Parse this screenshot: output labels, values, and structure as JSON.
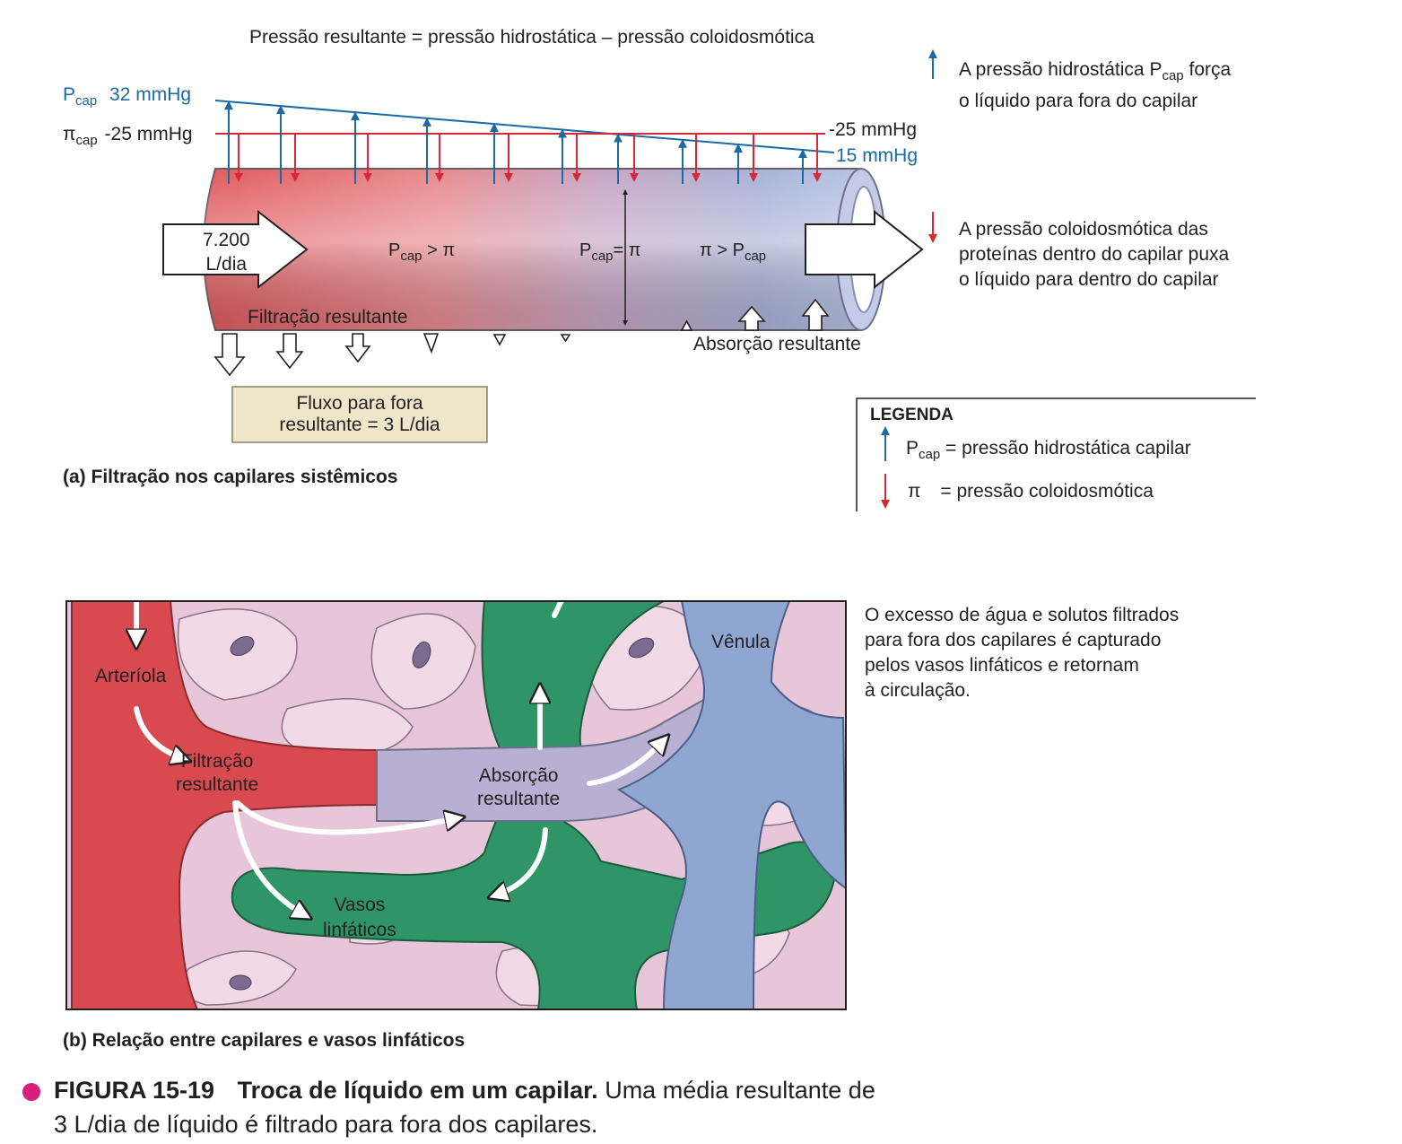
{
  "panel_a": {
    "equation": "Pressão resultante = pressão hidrostática – pressão coloidosmótica",
    "pcap_symbol": "P",
    "pcap_sub": "cap",
    "pcap_value": "32 mmHg",
    "pi_symbol": "π",
    "pi_sub": "cap",
    "pi_value": "-25 mmHg",
    "right_pi_value": "-25 mmHg",
    "right_pcap_value": "15 mmHg",
    "flow_in_line1": "7.200",
    "flow_in_line2": "L/dia",
    "zone1_main": "P",
    "zone1_sub": "cap",
    "zone1_rest": " > π",
    "zone2_main": "P",
    "zone2_sub": "cap",
    "zone2_rest": "= π",
    "zone3_pre": "π > P",
    "zone3_sub": "cap",
    "filtration_label": "Filtração resultante",
    "absorption_label": "Absorção resultante",
    "outflow_line1": "Fluxo para fora",
    "outflow_line2": "resultante = 3 L/dia",
    "caption": "(a)  Filtração nos capilares sistêmicos",
    "note_hydro_line1_pre": "A pressão hidrostática P",
    "note_hydro_line1_sub": "cap",
    "note_hydro_line1_post": " força",
    "note_hydro_line2": "o líquido para fora do capilar",
    "note_colloid_line1": "A pressão coloidosmótica das",
    "note_colloid_line2": "proteínas dentro do capilar puxa",
    "note_colloid_line3": "o líquido para dentro do capilar",
    "legend_title": "LEGENDA",
    "legend_item1_main": "P",
    "legend_item1_sub": "cap",
    "legend_item1_rest": " = pressão hidrostática capilar",
    "legend_item2_symbol": "π",
    "legend_item2_rest": "=   pressão coloidosmótica",
    "colors": {
      "blue": "#1b6aa5",
      "red": "#d7283a",
      "legend_box": "#efe6c9"
    }
  },
  "panel_b": {
    "arteriole": "Arteríola",
    "venule": "Vênula",
    "filtration_line1": "Filtração",
    "filtration_line2": "resultante",
    "absorption_line1": "Absorção",
    "absorption_line2": "resultante",
    "lymph_line1": "Vasos",
    "lymph_line2": "linfáticos",
    "note_line1": "O excesso de água e solutos filtrados",
    "note_line2": "para fora dos capilares é capturado",
    "note_line3": "pelos vasos linfáticos e retornam",
    "note_line4": "à circulação.",
    "caption": "(b) Relação entre capilares e vasos linfáticos",
    "colors": {
      "tissue": "#e8c6d9",
      "arteriole": "#d84a50",
      "venule": "#8fa6d0",
      "lymph": "#2f9566"
    }
  },
  "figure": {
    "label": "FIGURA 15-19",
    "title": "Troca de líquido em um capilar.",
    "text_line1": " Uma média resultante de",
    "text_line2": "3 L/dia de líquido é filtrado para fora dos capilares.",
    "bullet_color": "#d6207f"
  }
}
